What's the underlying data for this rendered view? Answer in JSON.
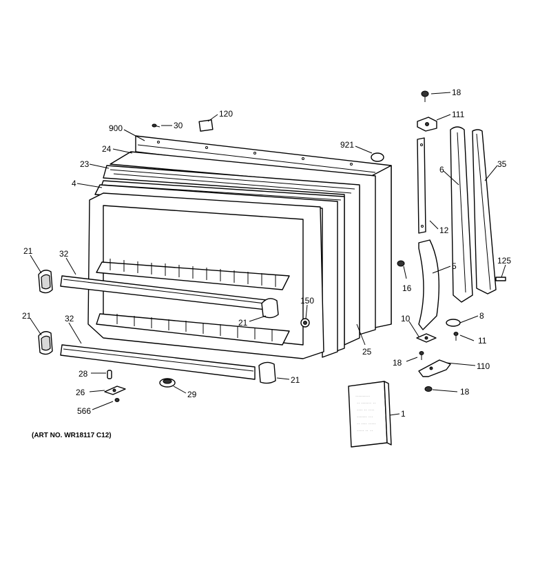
{
  "labels": {
    "p18a": "18",
    "p111": "111",
    "p120": "120",
    "p30": "30",
    "p900": "900",
    "p24": "24",
    "p921": "921",
    "p23": "23",
    "p6": "6",
    "p35": "35",
    "p4": "4",
    "p12": "12",
    "p21a": "21",
    "p32a": "32",
    "p125": "125",
    "p5": "5",
    "p16": "16",
    "p150": "150",
    "p21b": "21",
    "p21c": "21",
    "p8": "8",
    "p10": "10",
    "p11": "11",
    "p32b": "32",
    "p25": "25",
    "p18b": "18",
    "p110": "110",
    "p28": "28",
    "p21d": "21",
    "p18c": "18",
    "p26": "26",
    "p29": "29",
    "p566": "566",
    "p1": "1"
  },
  "art_no": "(ART NO. WR18117 C12)"
}
